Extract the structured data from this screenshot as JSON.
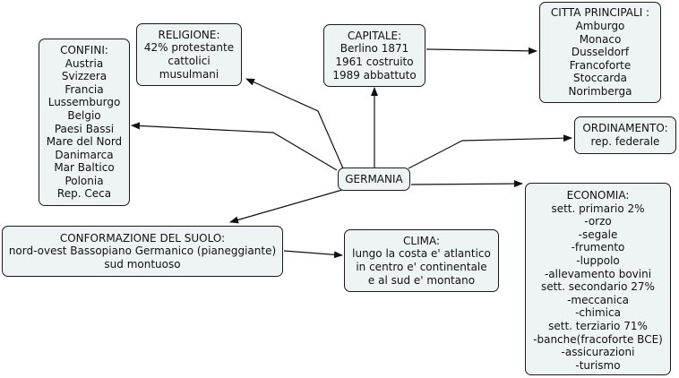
{
  "map": {
    "center": {
      "label": "GERMANIA"
    },
    "nodes": {
      "religione": {
        "title": "RELIGIONE:",
        "lines": [
          "42% protestante",
          "cattolici",
          "musulmani"
        ]
      },
      "capitale": {
        "title": "CAPITALE:",
        "lines": [
          "Berlino 1871",
          "1961 costruito",
          "1989 abbattuto"
        ]
      },
      "citta": {
        "title": "CITTA PRINCIPALI :",
        "lines": [
          "Amburgo",
          "Monaco",
          "Dusseldorf",
          "Francoforte",
          "Stoccarda",
          "Norimberga"
        ]
      },
      "confini": {
        "title": "CONFINI:",
        "lines": [
          "Austria",
          "Svizzera",
          "Francia",
          "Lussemburgo",
          "Belgio",
          "Paesi Bassi",
          "Mare del Nord",
          "Danimarca",
          "Mar Baltico",
          "Polonia",
          "Rep. Ceca"
        ]
      },
      "ordinamento": {
        "title": "ORDINAMENTO:",
        "lines": [
          "rep. federale"
        ]
      },
      "conformazione": {
        "title": "CONFORMAZIONE DEL SUOLO:",
        "lines": [
          "nord-ovest Bassopiano Germanico (pianeggiante)",
          "sud montuoso"
        ]
      },
      "clima": {
        "title": "CLIMA:",
        "lines": [
          "lungo la costa e' atlantico",
          "in centro e' continentale",
          "e al sud e' montano"
        ]
      },
      "economia": {
        "title": "ECONOMIA:",
        "lines": [
          "sett. primario 2%",
          "-orzo",
          "-segale",
          "-frumento",
          "-luppolo",
          "-allevamento bovini",
          "sett. secondario 27%",
          "-meccanica",
          "-chimica",
          "sett. terziario 71%",
          "-banche(fracoforte BCE)",
          "-assicurazioni",
          "-turismo"
        ]
      }
    }
  }
}
